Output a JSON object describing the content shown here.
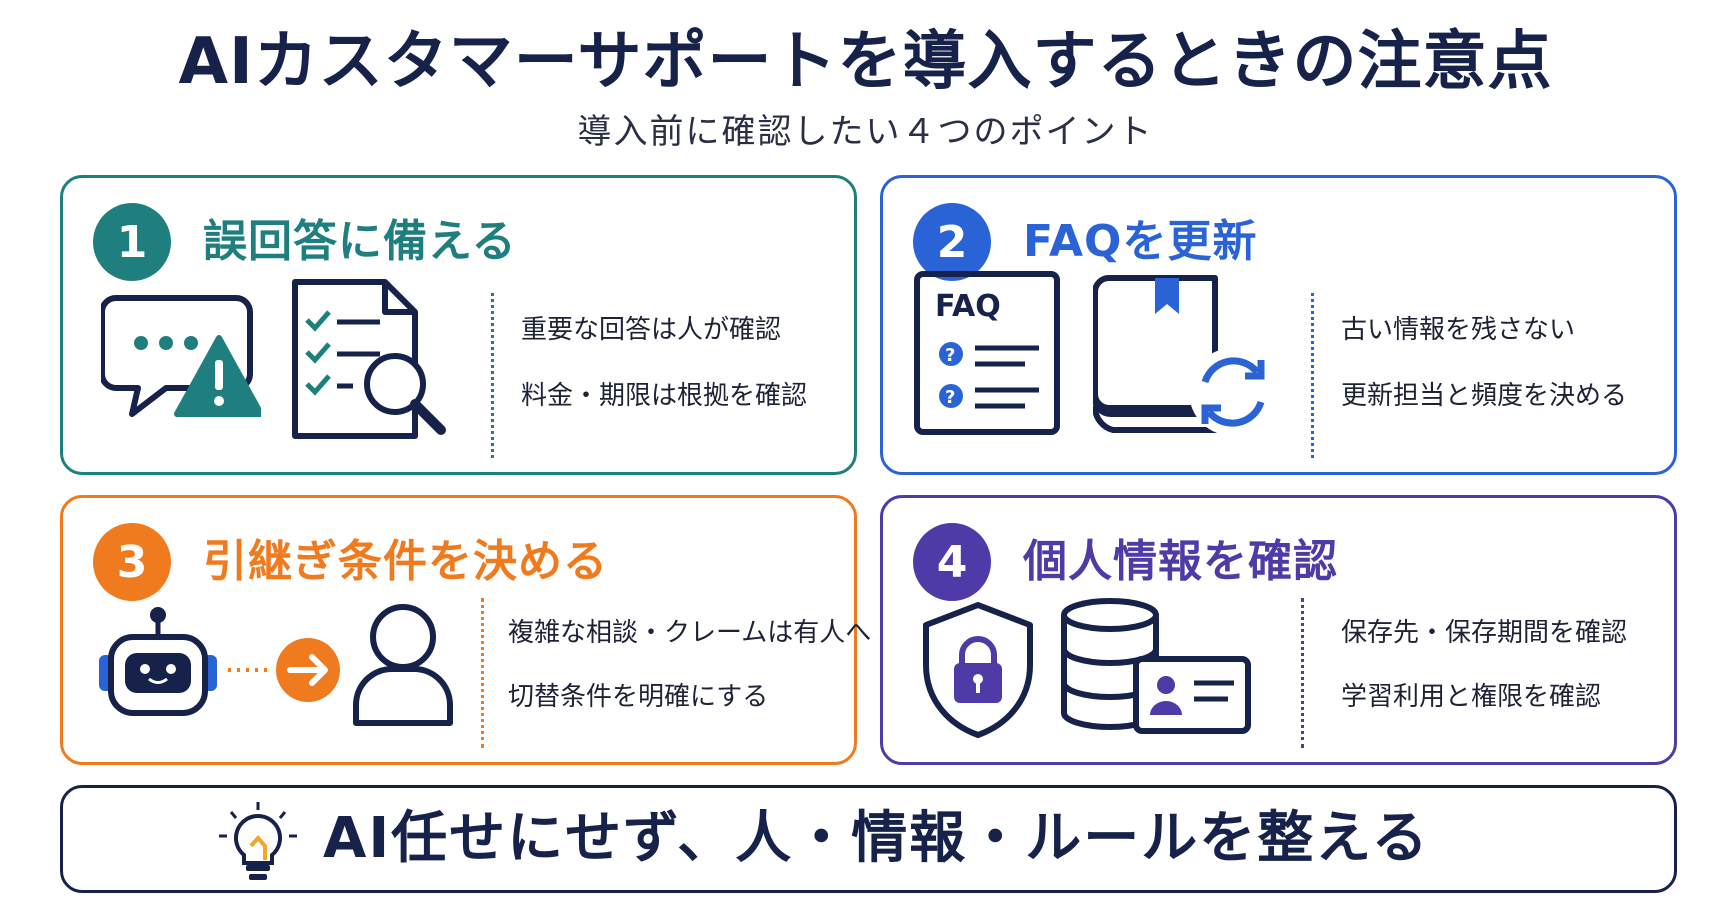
{
  "header": {
    "title": "AIカスタマーサポートを導入するときの注意点",
    "subtitle": "導入前に確認したい４つのポイント"
  },
  "cards": [
    {
      "number": "1",
      "title": "誤回答に備える",
      "color": "#1f7f7f",
      "icons": [
        "chat-warning-icon",
        "checklist-search-icon"
      ],
      "points": [
        "重要な回答は人が確認",
        "料金・期限は根拠を確認"
      ]
    },
    {
      "number": "2",
      "title": "FAQを更新",
      "color": "#2a63d6",
      "icons": [
        "faq-document-icon",
        "book-refresh-icon"
      ],
      "faq_label": "FAQ",
      "points": [
        "古い情報を残さない",
        "更新担当と頻度を決める"
      ]
    },
    {
      "number": "3",
      "title": "引継ぎ条件を決める",
      "color": "#f07a1e",
      "icons": [
        "robot-icon",
        "arrow-right-icon",
        "person-icon"
      ],
      "points": [
        "複雑な相談・クレームは有人へ",
        "切替条件を明確にする"
      ]
    },
    {
      "number": "4",
      "title": "個人情報を確認",
      "color": "#4f3aa8",
      "icons": [
        "shield-lock-icon",
        "database-id-card-icon"
      ],
      "points": [
        "保存先・保存期間を確認",
        "学習利用と権限を確認"
      ]
    }
  ],
  "footer": {
    "icon": "lightbulb-icon",
    "text": "AI任せにせず、人・情報・ルールを整える"
  }
}
